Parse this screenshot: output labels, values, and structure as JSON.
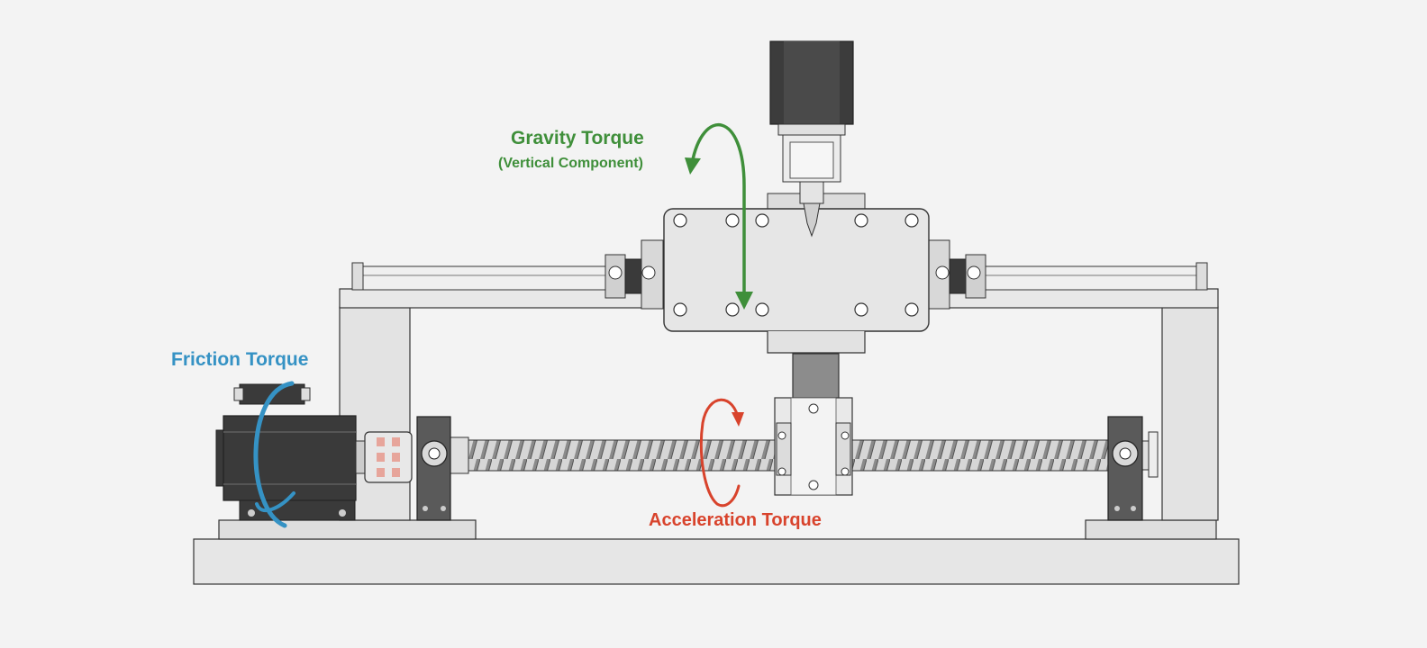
{
  "labels": {
    "gravity_title": "Gravity Torque",
    "gravity_subtitle": "(Vertical Component)",
    "friction": "Friction Torque",
    "acceleration": "Acceleration Torque"
  },
  "colors": {
    "gravity": "#3f8f3a",
    "friction": "#3592c4",
    "acceleration": "#d8432c",
    "background": "#f3f3f3",
    "frame": "#e3e3e3",
    "outline": "#333333",
    "motor_dark": "#3a3a3a"
  },
  "parts": [
    "base-plate",
    "frame-columns",
    "linear-rail",
    "carriage-plate",
    "vertical-motor",
    "drive-motor",
    "shaft-coupling",
    "ball-screw",
    "ball-nut",
    "support-bearings"
  ]
}
